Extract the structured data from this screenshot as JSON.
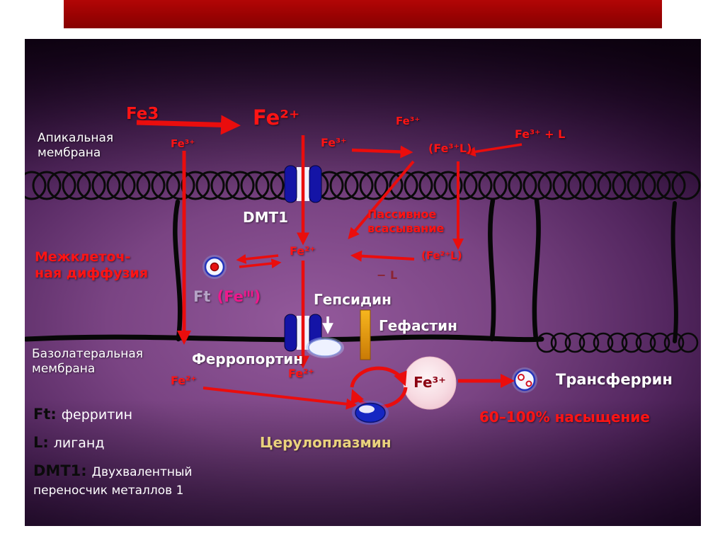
{
  "labels": {
    "apical_line1": "Апикальная",
    "apical_line2": "мембрана",
    "fe3_start": "Fe3",
    "fe2_big": "Fe²⁺",
    "fe3_left_small": "Fe³⁺",
    "fe3_mid_top": "Fe³⁺",
    "fe3_junction": "Fe³⁺",
    "fe3_plus_l": "Fe³⁺ + L",
    "fe3l_complex": "(Fe³⁺L)",
    "dmt1": "DMT1",
    "passive_line1": "Пассивное",
    "passive_line2": "всасывание",
    "fe2l_complex": "(Fe²⁺L)",
    "minus_l": "− L",
    "fe2_cell": "Fe²⁺",
    "intercell_line1": "Межклеточ-",
    "intercell_line2": "ная диффузия",
    "ft": "Ft",
    "ft_fe3": "(Feᴵᴵᴵ)",
    "hepcidin": "Гепсидин",
    "hephaestin": "Гефастин",
    "ferroportin": "Ферропортин",
    "basolateral_line1": "Базолатеральная",
    "basolateral_line2": "мембрана",
    "fe2_bottom_left": "Fe²⁺",
    "fe2_bottom_mid": "Fe²⁺",
    "fe3_circle": "Fe³⁺",
    "transferrin": "Трансферрин",
    "saturation": "60–100% насыщение",
    "ceruloplasmin": "Церулоплазмин"
  },
  "legend": {
    "ft_term": "Ft:",
    "ft_def": "ферритин",
    "l_term": "L:",
    "l_def": "лиганд",
    "dmt1_term": "DMT1:",
    "dmt1_def_line1": "Двухвалентный",
    "dmt1_def_line2": "переносчик металлов 1"
  },
  "colors": {
    "title_bar": "#9a0202",
    "arrow_red": "#ea0d0d",
    "text_red": "#ff1414",
    "hephaestin_bar": "#f0a018",
    "ceruloplasmin_text": "#ead27d",
    "background_purple": "#7a4483"
  }
}
